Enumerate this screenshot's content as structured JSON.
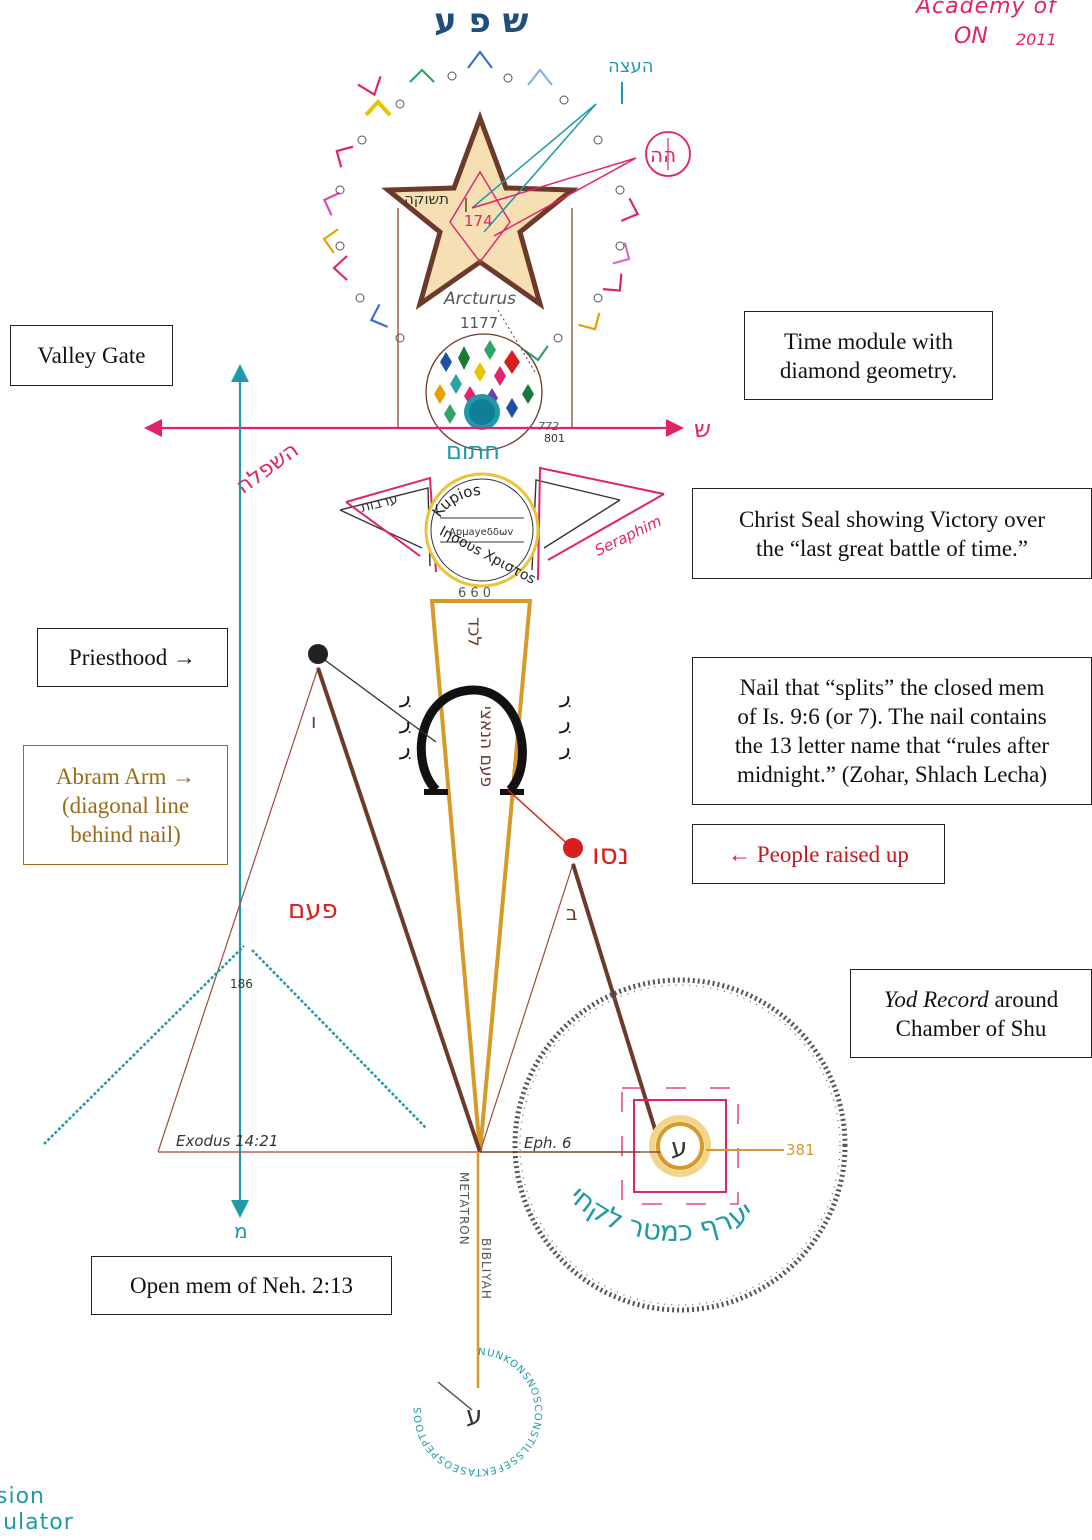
{
  "colors": {
    "pink": "#e0236a",
    "teal": "#1f9aa6",
    "gold": "#d69a2a",
    "brown": "#6b3a2a",
    "red": "#d71f1f",
    "star_fill": "#f6dfb2",
    "seal_gold": "#e8c43a"
  },
  "academy": {
    "line1": "Academy of",
    "line2": "ON",
    "year": "2011"
  },
  "footer": {
    "line1": "sion",
    "line2": "lulator"
  },
  "boxes": {
    "valley_gate": "Valley Gate",
    "time_module": [
      "Time module with",
      "diamond geometry."
    ],
    "christ_seal": [
      "Christ Seal showing Victory over",
      "the “last great battle of time.”"
    ],
    "priesthood": "Priesthood →",
    "nail": [
      "Nail that “splits” the closed mem",
      "of Is. 9:6 (or 7).  The nail contains",
      "the 13 letter name that “rules after",
      "midnight.” (Zohar, Shlach Lecha)"
    ],
    "abram_arm": [
      "Abram Arm →",
      "(diagonal line",
      "behind nail)"
    ],
    "people": "←  People raised up",
    "yod_record": {
      "italic": "Yod Record",
      "rest": " around",
      "line2": "Chamber of Shu"
    },
    "open_mem": "Open mem of Neh. 2:13"
  },
  "labels": {
    "top_hebrew": "ש פ ע",
    "haetzah": "העצה",
    "hh_circle": "הה",
    "teshuvah": "תשוקה",
    "n174": "174",
    "arcturus": "Arcturus",
    "n1177": "1177",
    "n772": "772",
    "n801": "801",
    "chatum": "חתום",
    "shin_right": "ש",
    "shefelah": "השפלה",
    "kurios": "Kupios",
    "armageddon": "Apμayeδδωv",
    "iesous": "Iησουs Xpιστοs",
    "seraphim": "Seraphim",
    "aravot": "ערבות",
    "n660": "6 6 0",
    "lamed": "לכד",
    "nail_hebrew": "פעם הנאצי",
    "vav": "ו",
    "nun_s": "נסו",
    "bet": "ב",
    "paam": "פעם",
    "n186": "186",
    "exodus": "Exodus 14:21",
    "eph": "Eph. 6",
    "n381": "381",
    "mem_bottom": "מ",
    "metatron": "METATRON",
    "bibliyah": "BIBLIYAH",
    "ayin_center": "ע",
    "ayin_bottom": "ע",
    "yod_hebrew": "יערף כמטר לקחי",
    "bottom_ring": "NUNKONSNOSCONSTILSSEFEKTASEOSPEPTOOS"
  }
}
